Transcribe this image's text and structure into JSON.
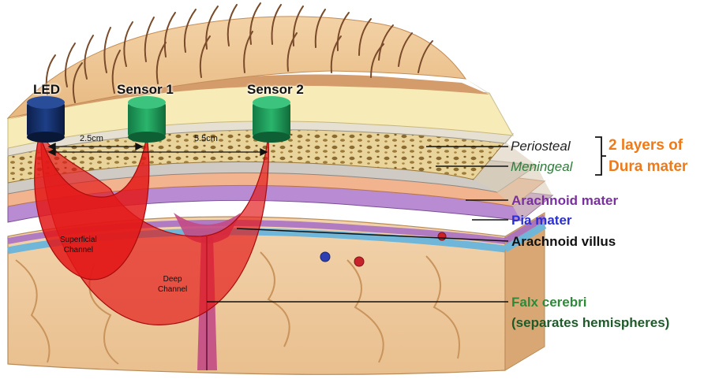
{
  "devices": {
    "led": "LED",
    "sensor1": "Sensor 1",
    "sensor2": "Sensor 2"
  },
  "distances": {
    "d1": "2.5cm",
    "d2": "5.5cm"
  },
  "channels": {
    "superficial_line1": "Superficial",
    "superficial_line2": "Channel",
    "deep_line1": "Deep",
    "deep_line2": "Channel"
  },
  "labels": {
    "periosteal": "Periosteal",
    "meningeal": "Meningeal",
    "dura_line1": "2 layers of",
    "dura_line2": "Dura mater",
    "arachnoid_mater": "Arachnoid mater",
    "pia_mater": "Pia mater",
    "arachnoid_villus": "Arachnoid villus",
    "falx_line1": "Falx cerebri",
    "falx_line2": "(separates hemispheres)"
  },
  "colors": {
    "led": "#14306b",
    "sensor": "#1f9e5c",
    "channel": "#e31818",
    "dura_orange": "#ef7a1a",
    "meningeal_green": "#2f7d3c",
    "arachnoid_purple": "#7a2f9e",
    "pia_blue": "#2b2fd6",
    "falx_green": "#2e8a3a"
  }
}
